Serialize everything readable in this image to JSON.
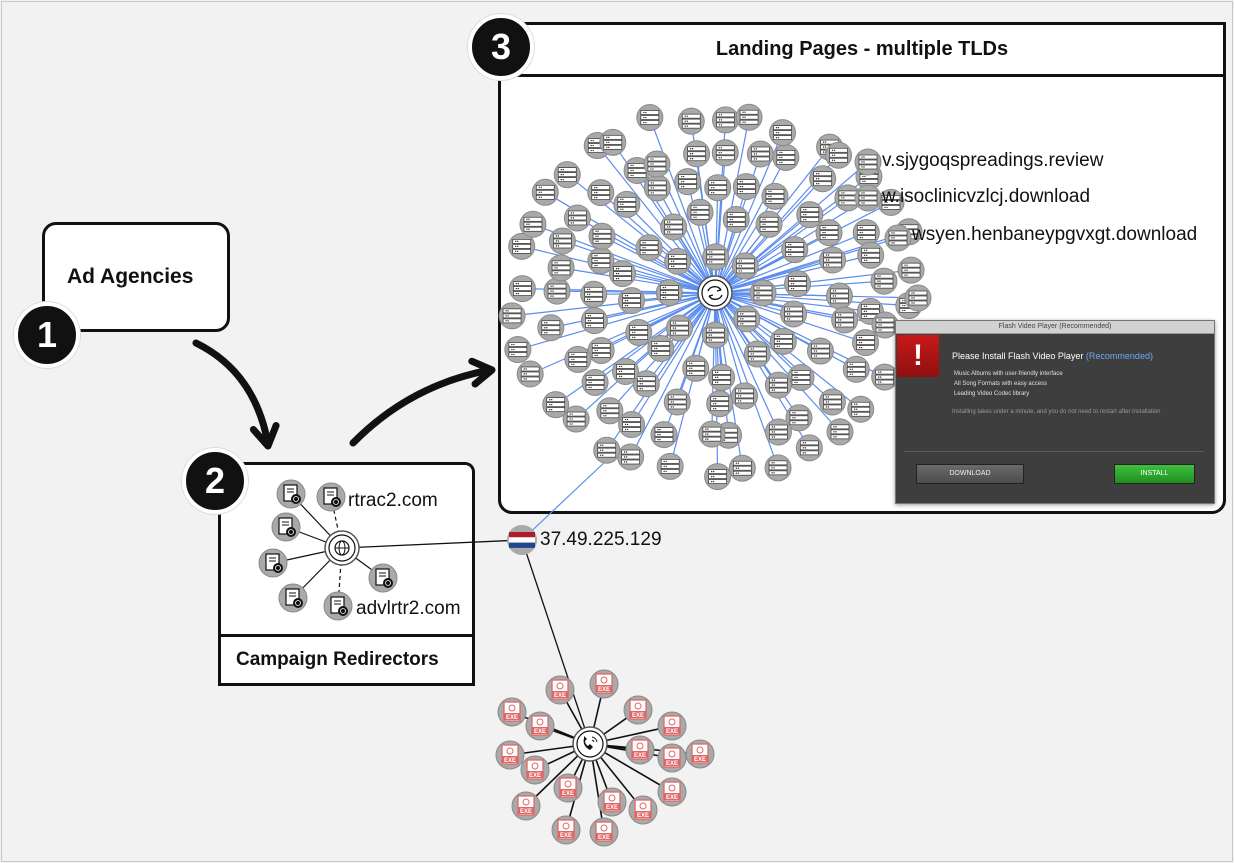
{
  "steps": {
    "step1": {
      "number": "1",
      "title": "Ad Agencies"
    },
    "step2": {
      "number": "2",
      "title": "Campaign Redirectors"
    },
    "step3": {
      "number": "3",
      "title": "Landing Pages - multiple TLDs"
    }
  },
  "labels": {
    "domain1": "v.sjygoqspreadings.review",
    "domain2": "w.isoclinicvzlcj.download",
    "domain3": "wsyen.henbaneypgvxgt.download",
    "redirector1": "rtrac2.com",
    "redirector2": "advlrtr2.com",
    "ip": "37.49.225.129"
  },
  "popup": {
    "titlebar": "Flash Video Player (Recommended)",
    "alert_glyph": "!",
    "heading": "Please Install Flash Video Player",
    "heading_recommended": "(Recommended)",
    "bullets": [
      "Music Albums with user-friendly interface",
      "All Song Formats with easy access",
      "Leading Video Codec library"
    ],
    "note": "Installing takes under a minute, and you do not need to restart after installation",
    "download_label": "DOWNLOAD",
    "install_label": "INSTALL"
  },
  "icons": {
    "server": "server-icon",
    "hub": "redirect-loop-icon",
    "document": "document-globe-icon",
    "globe_hub": "globe-icon",
    "phone_hub": "phone-icon",
    "exe": "exe-file-icon",
    "flag": "netherlands-flag-icon",
    "exe_text": "EXE"
  },
  "colors": {
    "edge_blue": "#5b8def",
    "edge_black": "#111111",
    "node_gray": "#a9a9a9",
    "exe_red": "#e06666",
    "install_green": "#2ea82e"
  }
}
